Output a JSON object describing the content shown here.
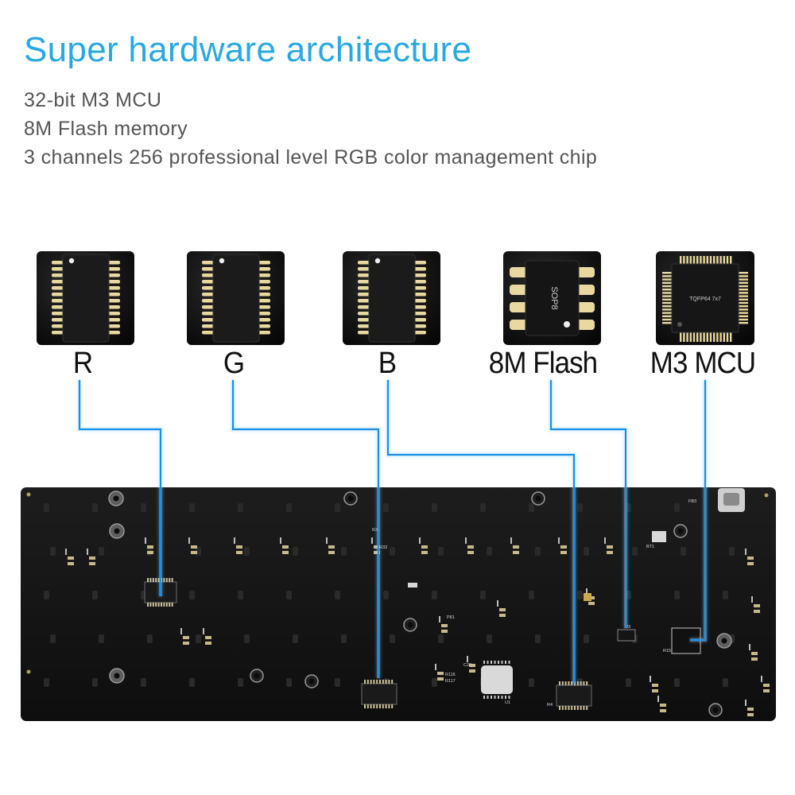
{
  "header": {
    "title": "Super hardware architecture",
    "specs": [
      "32-bit M3 MCU",
      "8M Flash memory",
      "3 channels 256 professional level RGB color management chip"
    ]
  },
  "chips": [
    {
      "label": "R",
      "package": "SSOP"
    },
    {
      "label": "G",
      "package": "SSOP"
    },
    {
      "label": "B",
      "package": "SSOP"
    },
    {
      "label": "8M Flash",
      "package": "SOP8",
      "marking": "SOP8"
    },
    {
      "label": "M3 MCU",
      "package": "TQFP",
      "marking": "TQFP64  7x7"
    }
  ],
  "pcb": {
    "labels": [
      "R3",
      "R33",
      "P81",
      "FB3",
      "BT1",
      "C22",
      "R116",
      "R117",
      "U3",
      "U1",
      "R4",
      "R15"
    ]
  },
  "colors": {
    "title": "#29a9e1",
    "spec_text": "#555555",
    "trace": "#1a8fe6",
    "pcb": "#141414",
    "pad": "#e9d9a0"
  }
}
